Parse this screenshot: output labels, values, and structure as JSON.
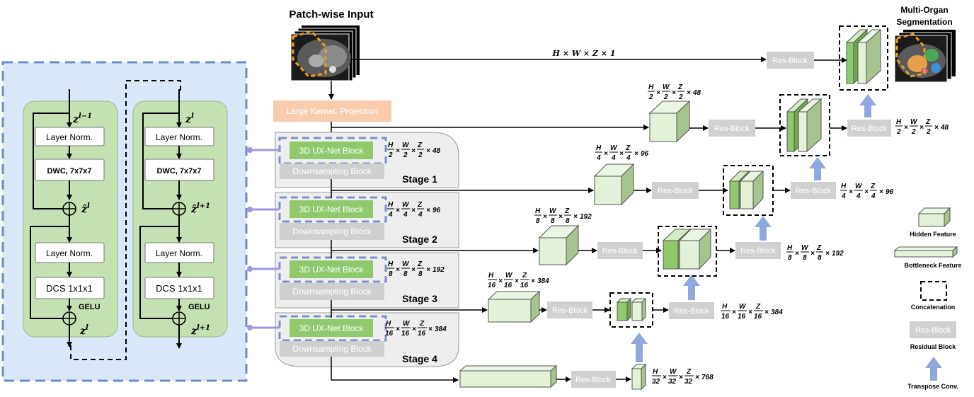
{
  "titles": {
    "patch_input": "Patch-wise Input",
    "output_line1": "Multi-Organ",
    "output_line2": "Segmentation"
  },
  "block": {
    "z_prev": "l−1",
    "z_cur": "l",
    "z_next": "l+1",
    "layer_norm": "Layer Norm.",
    "dwc": "DWC, 7x7x7",
    "dcs": "DCS 1x1x1",
    "gelu": "GELU"
  },
  "encoder": {
    "projection": "Large Kernel. Projection",
    "uxnet": "3D UX-Net Block",
    "downsampling": "Downsampling Block",
    "stages": [
      "Stage 1",
      "Stage 2",
      "Stage 3",
      "Stage 4"
    ],
    "stage_dims": [
      {
        "d": "2",
        "c": "48"
      },
      {
        "d": "4",
        "c": "96"
      },
      {
        "d": "8",
        "c": "192"
      },
      {
        "d": "16",
        "c": "384"
      }
    ]
  },
  "resblock": "Res-Block",
  "dims": {
    "full": "H × W × Z × 1",
    "bottleneck": {
      "d": "32",
      "c": "768"
    }
  },
  "legend": {
    "hidden": "Hidden Feature",
    "bottleneck": "Bottleneck Feature",
    "concat": "Concatenation",
    "resblock": "Res-Block",
    "residual": "Residual Block",
    "transpose": "Transpose Conv."
  }
}
